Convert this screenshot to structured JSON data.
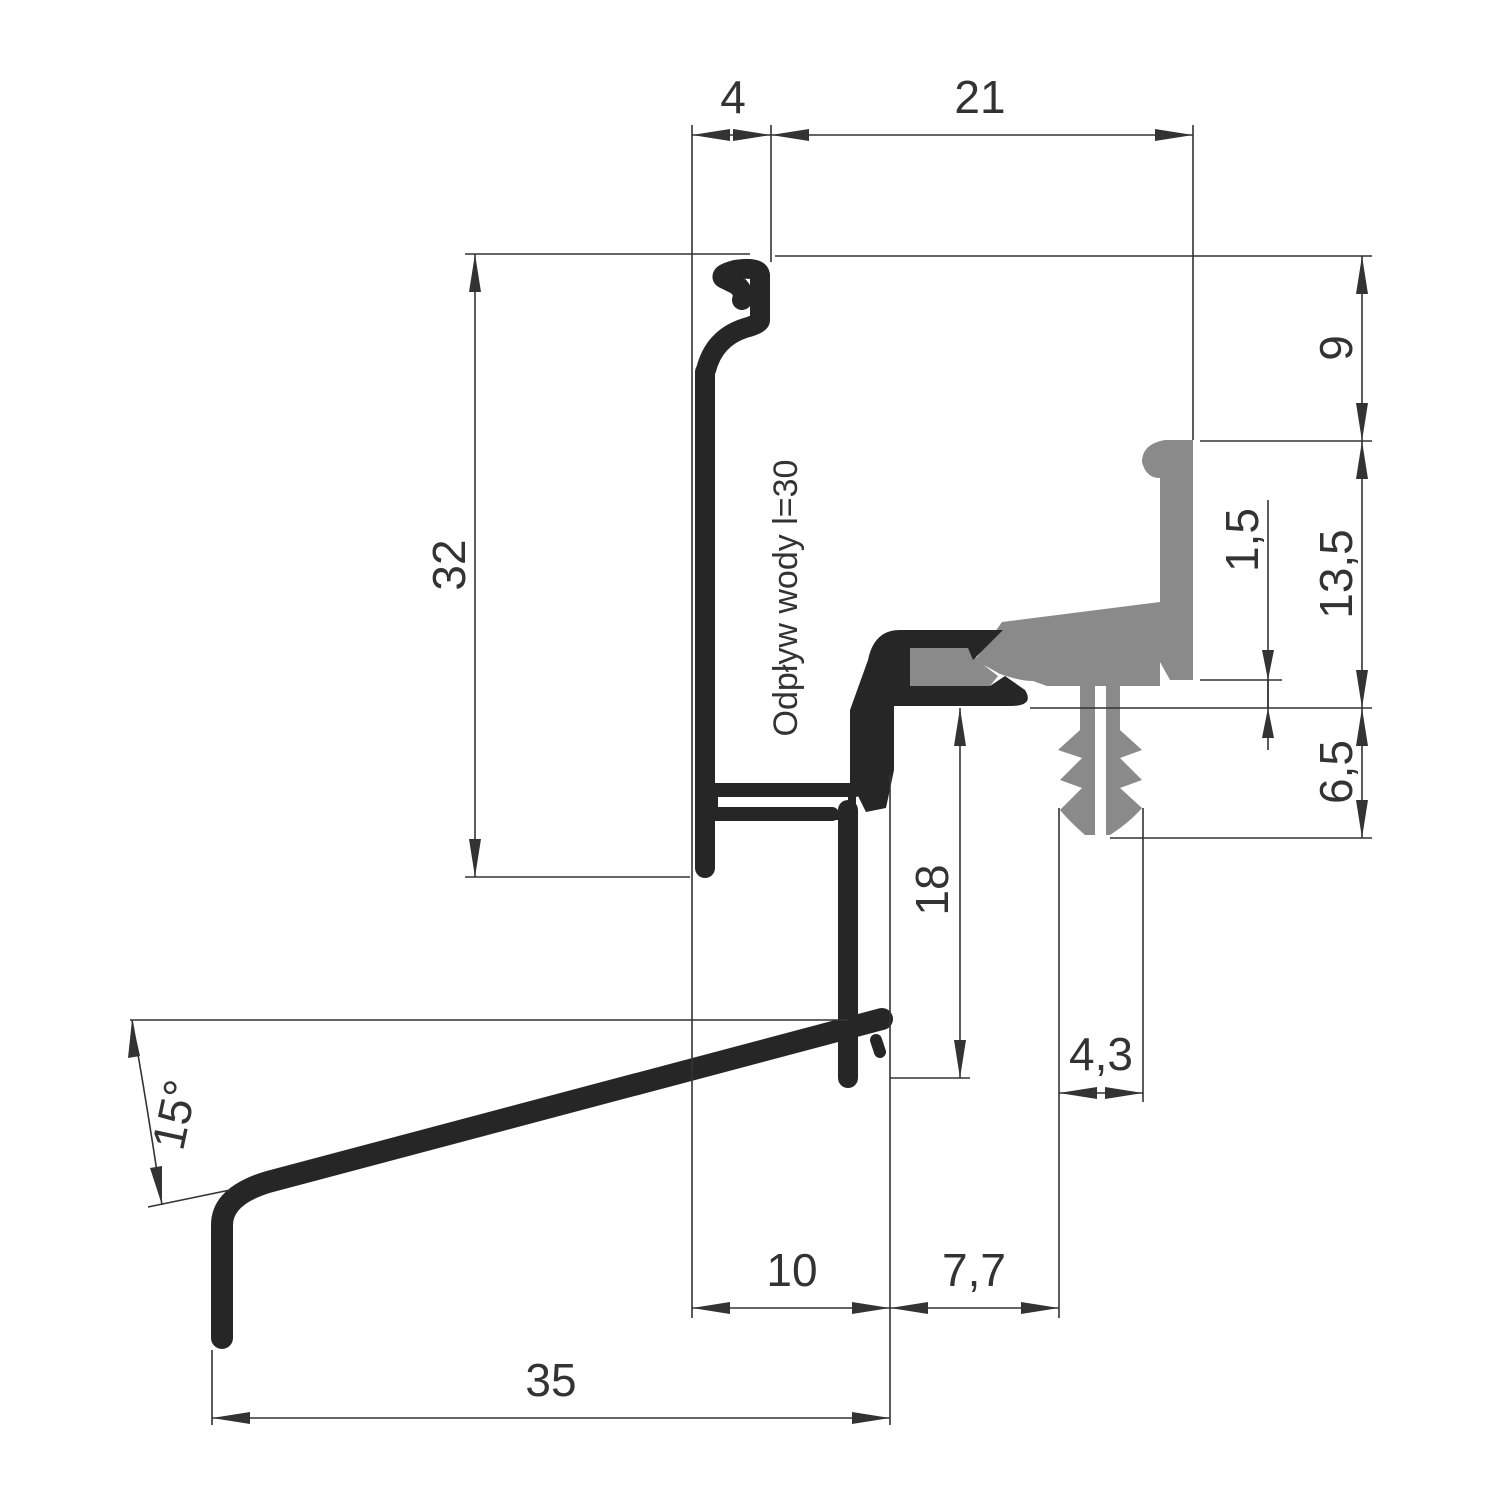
{
  "colors": {
    "profile": "#262626",
    "gasket": "#8a8a8a",
    "dimension": "#333333",
    "background": "#ffffff"
  },
  "dimensions": {
    "d_4": "4",
    "d_21": "21",
    "d_9": "9",
    "d_32": "32",
    "d_13_5": "13,5",
    "d_1_5": "1,5",
    "d_6_5": "6,5",
    "d_18": "18",
    "d_4_3": "4,3",
    "d_10": "10",
    "d_7_7": "7,7",
    "d_35": "35",
    "angle_15": "15°"
  },
  "note": "Odpływ wody l=30"
}
